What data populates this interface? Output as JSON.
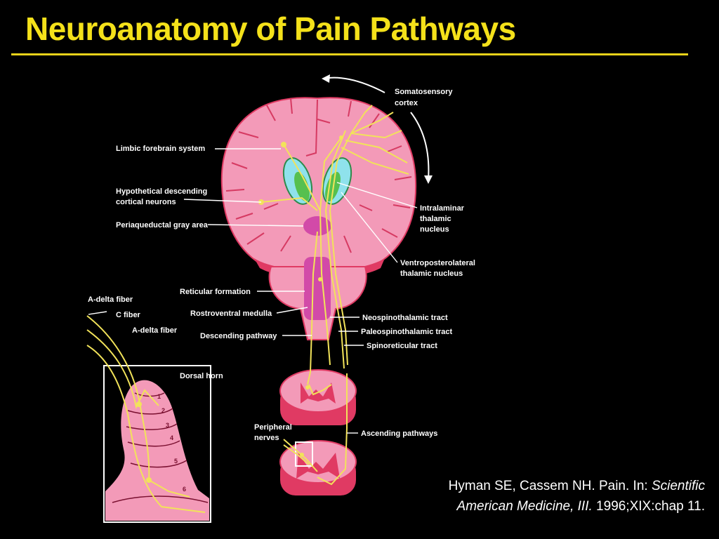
{
  "title": "Neuroanatomy of Pain Pathways",
  "labels": {
    "somatosensory_cortex": [
      "Somatosensory",
      "cortex"
    ],
    "limbic_forebrain": "Limbic forebrain system",
    "hypothetical_descending": [
      "Hypothetical descending",
      "cortical neurons"
    ],
    "periaqueductal": "Periaqueductal gray area",
    "intralaminar": [
      "Intralaminar",
      "thalamic",
      "nucleus"
    ],
    "ventroposterolateral": [
      "Ventroposterolateral",
      "thalamic nucleus"
    ],
    "reticular_formation": "Reticular formation",
    "rostroventral_medulla": "Rostroventral medulla",
    "descending_pathway": "Descending pathway",
    "neospinothalamic": "Neospinothalamic tract",
    "paleospinothalamic": "Paleospinothalamic tract",
    "spinoreticular": "Spinoreticular tract",
    "ascending_pathways": "Ascending pathways",
    "peripheral_nerves": [
      "Peripheral",
      "nerves"
    ],
    "a_delta_fiber_1": "A-delta fiber",
    "c_fiber": "C fiber",
    "a_delta_fiber_2": "A-delta fiber",
    "dorsal_horn": "Dorsal horn",
    "laminae": [
      "1",
      "2",
      "3",
      "4",
      "5",
      "6"
    ]
  },
  "citation": {
    "line1_prefix": "Hyman SE, Cassem NH. Pain. In: ",
    "line1_italic": "Scientific",
    "line2_italic": "American Medicine, III.",
    "line2_suffix": " 1996;XIX:chap 11."
  },
  "colors": {
    "background": "#000000",
    "title": "#f4e11a",
    "tissue_pink": "#f39ab8",
    "tissue_dark": "#e03a63",
    "nucleus_magenta": "#d24aa8",
    "thalamus_cyan": "#8fe2ec",
    "thalamus_green": "#56c04f",
    "nerve_yellow": "#f2e35a",
    "label_white": "#ffffff"
  }
}
